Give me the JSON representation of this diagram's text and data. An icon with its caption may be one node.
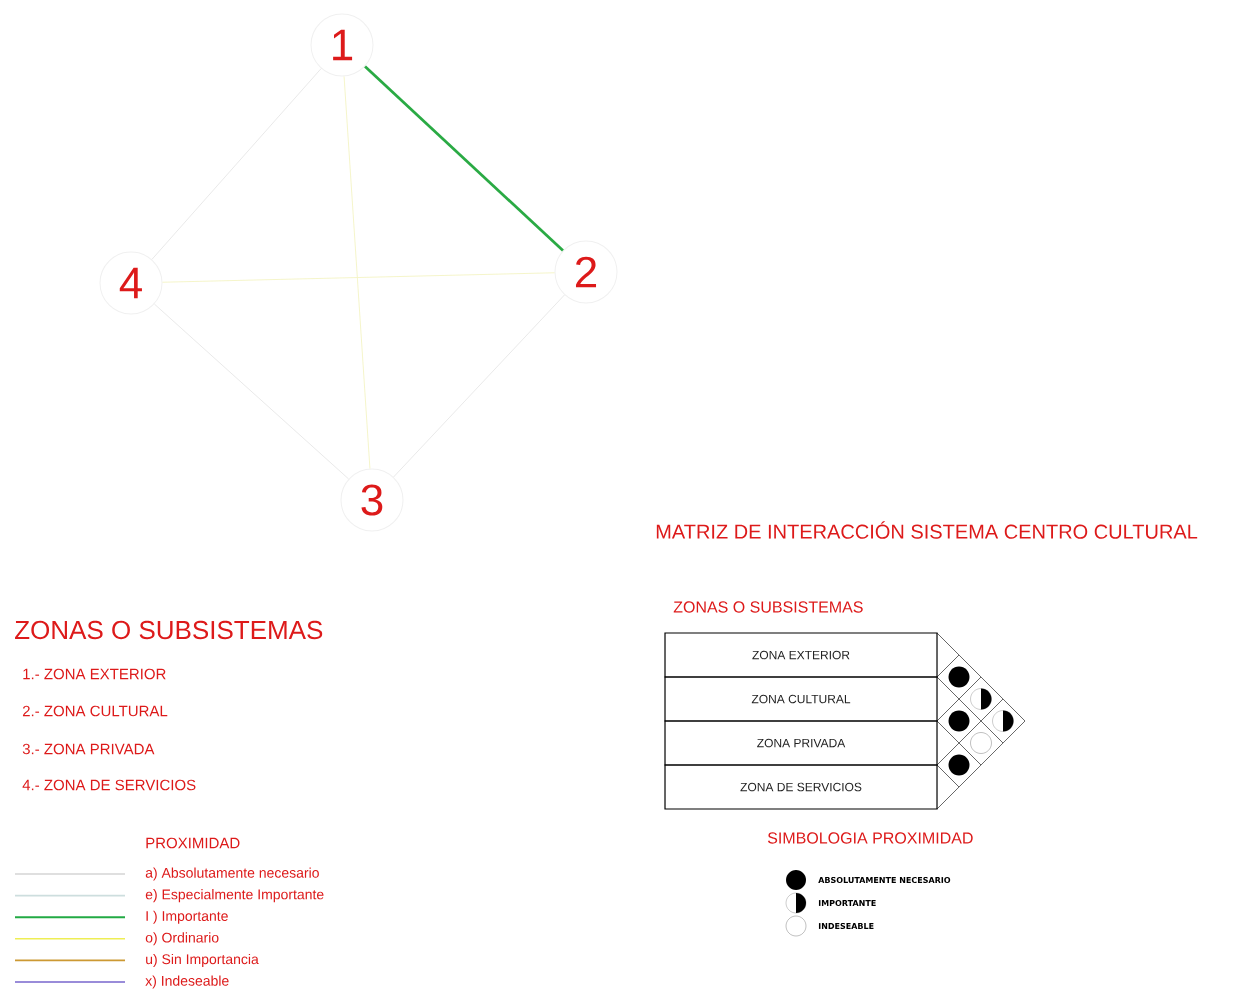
{
  "diagram": {
    "title": "MATRIZ DE INTERACCIÓN SISTEMA CENTRO CULTURAL",
    "nodes": [
      {
        "text": [
          "1"
        ]
      },
      {
        "text": [
          "2"
        ]
      },
      {
        "text": [
          "3"
        ]
      },
      {
        "text": [
          "4"
        ]
      },
      {
        "text": [
          "ZONA EXTERIOR"
        ]
      },
      {
        "text": [
          "ZONA CULTURAL"
        ]
      },
      {
        "text": [
          "ZONA PRIVADA"
        ]
      },
      {
        "text": [
          "ZONA DE SERVICIOS"
        ]
      }
    ],
    "edges": [
      {
        "from": 0,
        "to": 1,
        "arrow": "none",
        "style": "thick",
        "color": "#2aaa44"
      },
      {
        "from": 0,
        "to": 3,
        "arrow": "none",
        "color": "#e6e6e6"
      },
      {
        "from": 0,
        "to": 2,
        "arrow": "none",
        "color": "#f4f4c4"
      },
      {
        "from": 3,
        "to": 1,
        "arrow": "none",
        "color": "#f4f4c4"
      },
      {
        "from": 3,
        "to": 2,
        "arrow": "none",
        "color": "#e6e6e6"
      },
      {
        "from": 1,
        "to": 2,
        "arrow": "none",
        "color": "#e6e6e6"
      }
    ],
    "labels": [
      "ZONAS O SUBSISTEMAS",
      "1.- ZONA EXTERIOR",
      "2.- ZONA CULTURAL",
      "3.- ZONA PRIVADA",
      "4.- ZONA DE SERVICIOS",
      "PROXIMIDAD",
      "ZONAS O SUBSISTEMAS",
      "SIMBOLOGIA PROXIMIDAD"
    ],
    "legend": [
      {
        "text": "a) Absolutamente necesario"
      },
      {
        "text": "e) Especialmente Importante"
      },
      {
        "text": "I ) Importante"
      },
      {
        "text": "o) Ordinario"
      },
      {
        "text": "u) Sin Importancia"
      },
      {
        "text": "x) Indeseable"
      },
      {
        "text": "ABSOLUTAMENTE NECESARIO"
      },
      {
        "text": "IMPORTANTE"
      },
      {
        "text": "INDESEABLE"
      }
    ]
  }
}
